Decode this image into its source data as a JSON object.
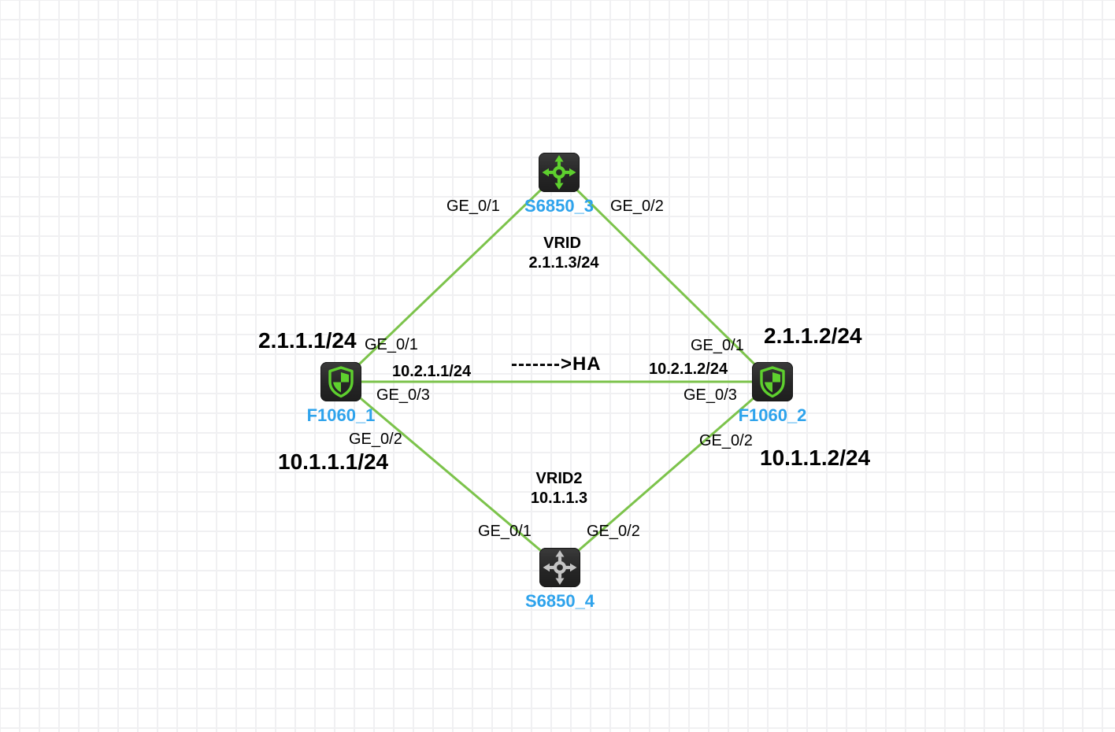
{
  "canvas": {
    "background_color": "#ffffff",
    "grid_color": "#f0f0f2",
    "link_color": "#7cc34b",
    "device_name_color": "#2ea3ec",
    "icon_green": "#5ed02e",
    "icon_gray": "#c4c4c4",
    "icon_bg": "#2b2b2b",
    "annotation_color": "#000000"
  },
  "nodes": [
    {
      "label": "S6850_3",
      "type": "switch",
      "status": "running"
    },
    {
      "label": "F1060_1",
      "type": "firewall",
      "status": "running"
    },
    {
      "label": "F1060_2",
      "type": "firewall",
      "status": "running"
    },
    {
      "label": "S6850_4",
      "type": "switch",
      "status": "stopped"
    }
  ],
  "links": [
    {
      "from": "F1060_1",
      "to": "S6850_3"
    },
    {
      "from": "S6850_3",
      "to": "F1060_2"
    },
    {
      "from": "F1060_1",
      "to": "F1060_2"
    },
    {
      "from": "F1060_1",
      "to": "S6850_4"
    },
    {
      "from": "F1060_2",
      "to": "S6850_4"
    }
  ],
  "ports": [
    {
      "device": "S6850_3",
      "text": "GE_0/1"
    },
    {
      "device": "S6850_3",
      "text": "GE_0/2"
    },
    {
      "device": "F1060_1",
      "text": "GE_0/1"
    },
    {
      "device": "F1060_1",
      "text": "GE_0/3"
    },
    {
      "device": "F1060_1",
      "text": "GE_0/2"
    },
    {
      "device": "F1060_2",
      "text": "GE_0/1"
    },
    {
      "device": "F1060_2",
      "text": "GE_0/3"
    },
    {
      "device": "F1060_2",
      "text": "GE_0/2"
    },
    {
      "device": "S6850_4",
      "text": "GE_0/1"
    },
    {
      "device": "S6850_4",
      "text": "GE_0/2"
    }
  ],
  "annotations": [
    {
      "text": "VRID"
    },
    {
      "text": "2.1.1.3/24"
    },
    {
      "text": "2.1.1.1/24"
    },
    {
      "text": "2.1.1.2/24"
    },
    {
      "text": "10.2.1.1/24"
    },
    {
      "text": "10.2.1.2/24"
    },
    {
      "text": "------->HA"
    },
    {
      "text": "10.1.1.1/24"
    },
    {
      "text": "10.1.1.2/24"
    },
    {
      "text": "VRID2"
    },
    {
      "text": "10.1.1.3"
    }
  ]
}
